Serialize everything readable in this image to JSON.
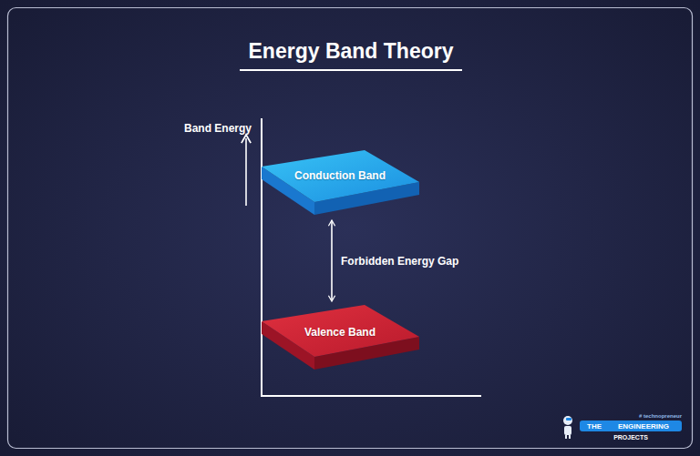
{
  "diagram": {
    "title": "Energy Band Theory",
    "nodes": [
      {
        "text": [
          "Conduction Band"
        ]
      },
      {
        "text": [
          "Valence Band"
        ]
      }
    ],
    "edges": [
      {
        "from": 0,
        "to": 1,
        "label": "Forbidden Energy Gap",
        "arrow": "both"
      }
    ],
    "labels": [
      "Band Energy",
      "# technopreneur",
      "THE",
      "ENGINEERING",
      "PROJECTS"
    ]
  }
}
